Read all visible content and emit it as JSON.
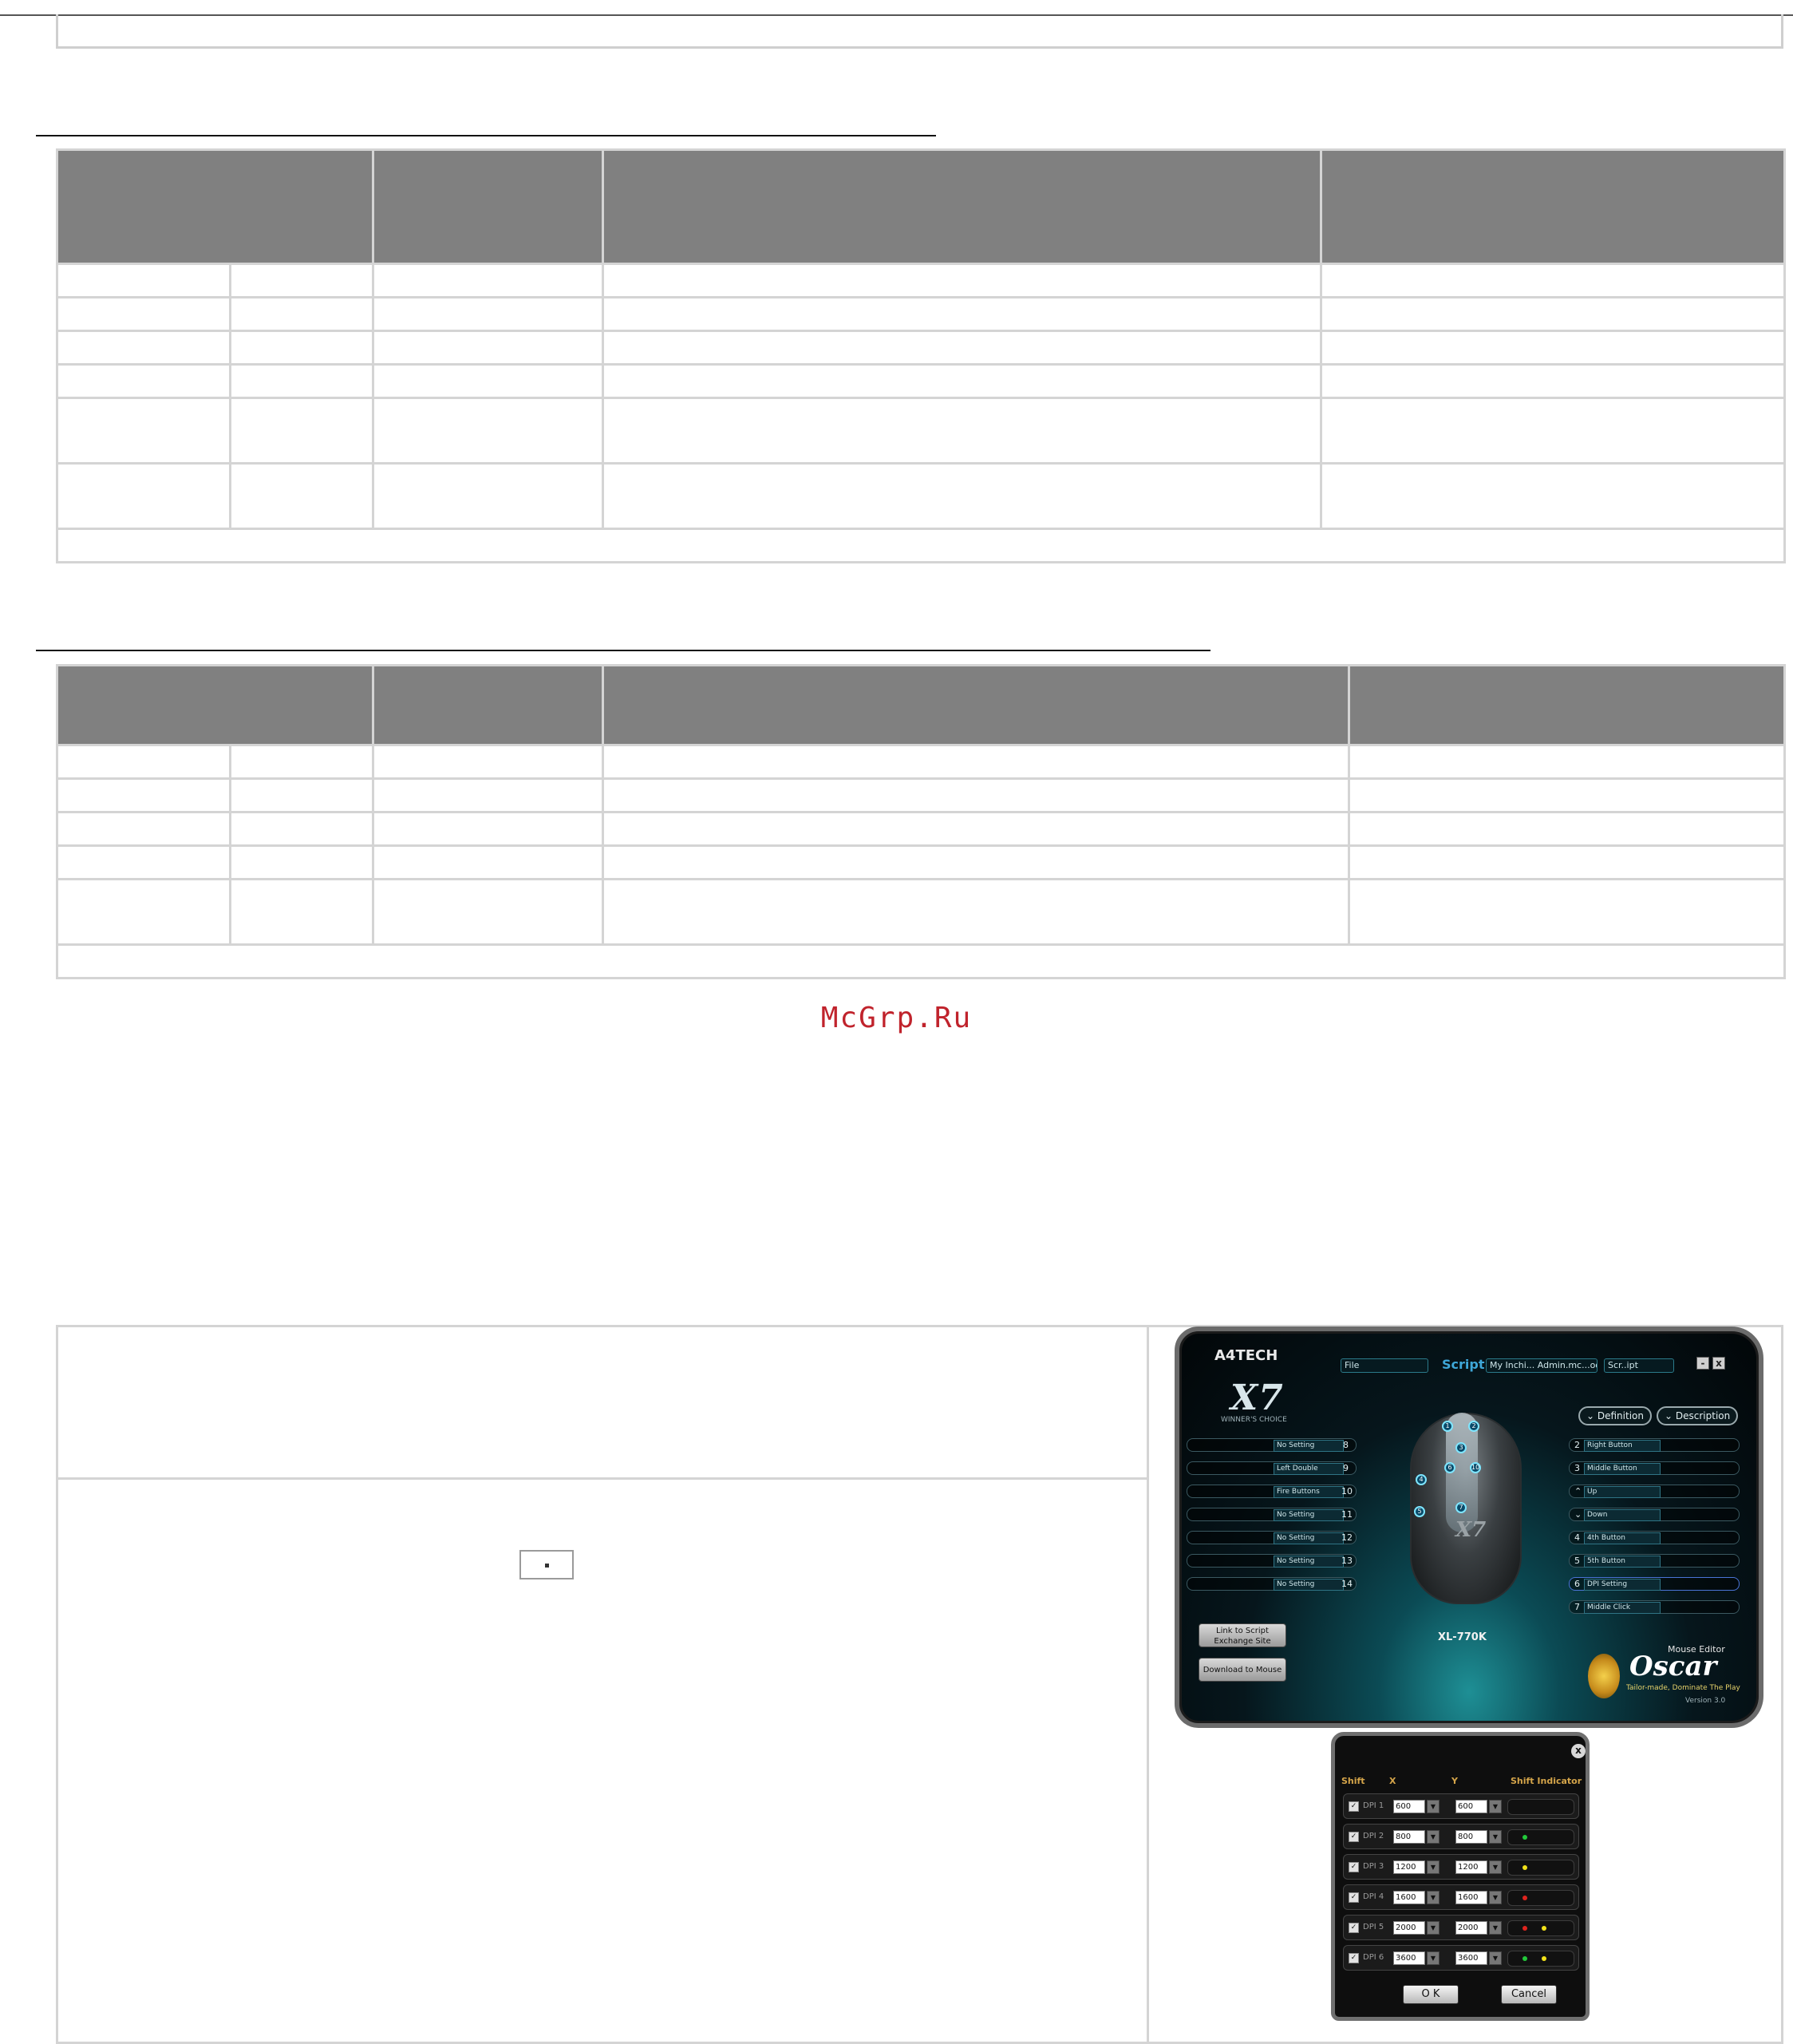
{
  "watermark": "McGrp.Ru",
  "app": {
    "brand": "A4TECH",
    "logo": "X7",
    "tagline": "WINNER'S CHOICE",
    "file_field": "File",
    "script_label": "Script",
    "script_field": "My Inchi... Admin.mc...oo",
    "script_mode": "Scr..ipt",
    "minimize": "-",
    "close": "x",
    "definition_label": "Definition",
    "description_label": "Description",
    "left_slots": [
      {
        "label": "No Setting",
        "num": "8"
      },
      {
        "label": "Left Double",
        "num": "9"
      },
      {
        "label": "Fire Buttons",
        "num": "10"
      },
      {
        "label": "No Setting",
        "num": "11"
      },
      {
        "label": "No Setting",
        "num": "12"
      },
      {
        "label": "No Setting",
        "num": "13"
      },
      {
        "label": "No Setting",
        "num": "14"
      }
    ],
    "right_slots": [
      {
        "num": "2",
        "label": "Right Button"
      },
      {
        "num": "3",
        "label": "Middle Button"
      },
      {
        "num": "",
        "label": "Up"
      },
      {
        "num": "",
        "label": "Down"
      },
      {
        "num": "4",
        "label": "4th Button"
      },
      {
        "num": "5",
        "label": "5th Button"
      },
      {
        "num": "6",
        "label": "DPI Setting"
      },
      {
        "num": "7",
        "label": "Middle Click"
      }
    ],
    "model": "XL-770K",
    "link_button": "Link to Script Exchange Site",
    "download_button": "Download to Mouse",
    "oscar_top": "Mouse Editor",
    "oscar_name": "Oscar",
    "oscar_slogan": "Tailor-made, Dominate The Play",
    "version": "Version 3.0",
    "mouse_text": "X7"
  },
  "dpi_dialog": {
    "close": "x",
    "headers": {
      "shift": "Shift",
      "x": "X",
      "y": "Y",
      "indicator": "Shift Indicator"
    },
    "rows": [
      {
        "label": "DPI 1",
        "x": "600",
        "y": "600",
        "lamps": []
      },
      {
        "label": "DPI 2",
        "x": "800",
        "y": "800",
        "lamps": [
          "#22c93a"
        ]
      },
      {
        "label": "DPI 3",
        "x": "1200",
        "y": "1200",
        "lamps": [
          "#f2e21a"
        ]
      },
      {
        "label": "DPI 4",
        "x": "1600",
        "y": "1600",
        "lamps": [
          "#e0241e"
        ]
      },
      {
        "label": "DPI 5",
        "x": "2000",
        "y": "2000",
        "lamps": [
          "#e0241e",
          "#f2e21a"
        ]
      },
      {
        "label": "DPI 6",
        "x": "3600",
        "y": "3600",
        "lamps": [
          "#22c93a",
          "#f2e21a"
        ]
      }
    ],
    "ok": "O K",
    "cancel": "Cancel"
  }
}
